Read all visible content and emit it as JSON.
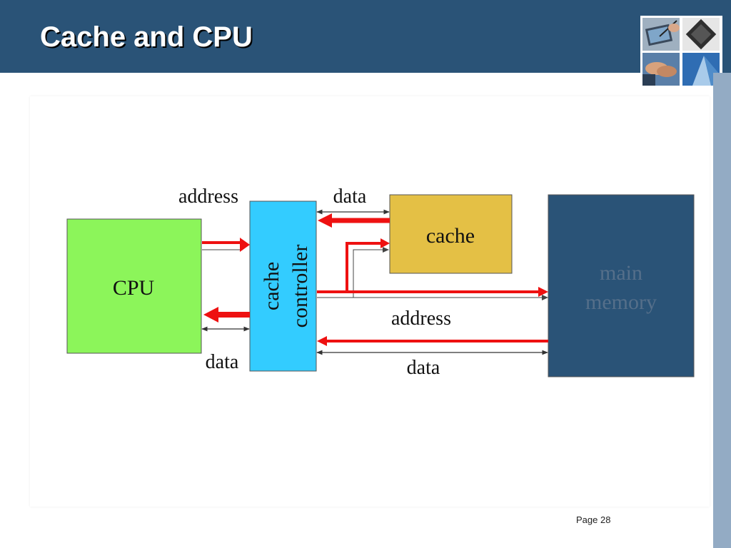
{
  "slide": {
    "title": "Cache and CPU",
    "page": "Page 28"
  },
  "header_images": [
    {
      "name": "tablet-stylus-photo"
    },
    {
      "name": "cpu-chip-photo"
    },
    {
      "name": "handshake-photo"
    },
    {
      "name": "skyscraper-photo"
    }
  ],
  "diagram": {
    "blocks": {
      "cpu": "CPU",
      "controller_line1": "cache",
      "controller_line2": "controller",
      "cache": "cache",
      "memory_line1": "main",
      "memory_line2": "memory"
    },
    "labels": {
      "cpu_address": "address",
      "cpu_data": "data",
      "cache_data": "data",
      "mem_address": "address",
      "mem_data": "data"
    }
  },
  "colors": {
    "header": "#2a5377",
    "cpu": "#8cf55a",
    "controller": "#33ccff",
    "cache": "#e4c045",
    "memory": "#2a5377",
    "arrow": "#ee1111"
  }
}
